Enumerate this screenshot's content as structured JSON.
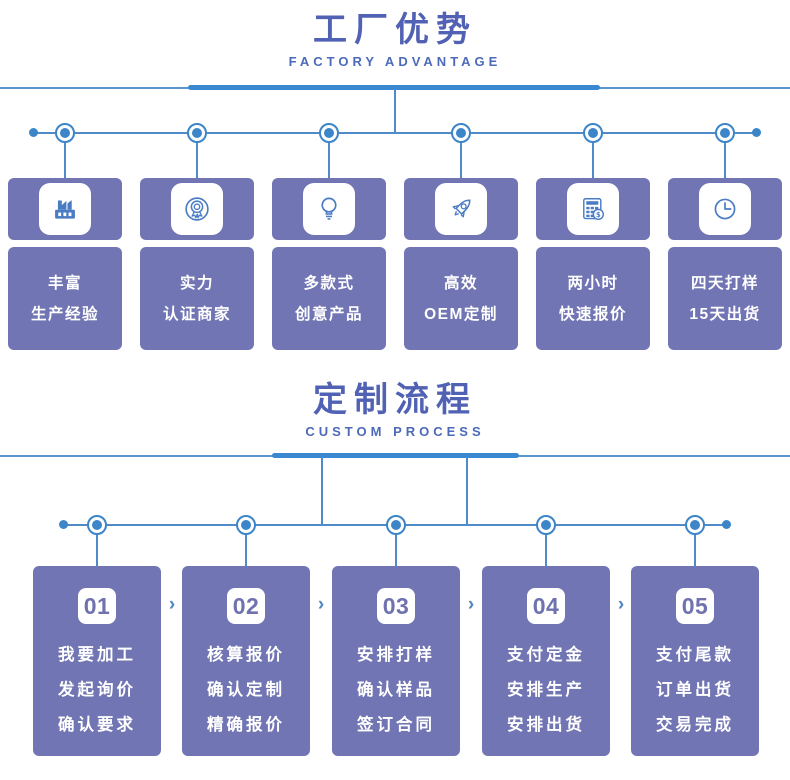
{
  "colors": {
    "card_purple": "#7175b3",
    "line_blue_thin": "#5b95cd",
    "line_blue_thick": "#3a87d2",
    "node_blue": "#3c85c8",
    "icon_blue": "#4a7cc4",
    "title_blue": "#5161b4",
    "card_text": "#ffffff"
  },
  "advantage": {
    "title": "工厂优势",
    "subtitle": "FACTORY ADVANTAGE",
    "cards": [
      {
        "icon": "factory-icon",
        "line1": "丰富",
        "line2": "生产经验"
      },
      {
        "icon": "medal-icon",
        "line1": "实力",
        "line2": "认证商家"
      },
      {
        "icon": "bulb-icon",
        "line1": "多款式",
        "line2": "创意产品"
      },
      {
        "icon": "rocket-icon",
        "line1": "高效",
        "line2": "OEM定制"
      },
      {
        "icon": "calculator-icon",
        "line1": "两小时",
        "line2": "快速报价"
      },
      {
        "icon": "clock-icon",
        "line1": "四天打样",
        "line2": "15天出货"
      }
    ]
  },
  "process": {
    "title": "定制流程",
    "subtitle": "CUSTOM PROCESS",
    "separator_glyph": "›",
    "steps": [
      {
        "number": "01",
        "lines": [
          "我要加工",
          "发起询价",
          "确认要求"
        ]
      },
      {
        "number": "02",
        "lines": [
          "核算报价",
          "确认定制",
          "精确报价"
        ]
      },
      {
        "number": "03",
        "lines": [
          "安排打样",
          "确认样品",
          "签订合同"
        ]
      },
      {
        "number": "04",
        "lines": [
          "支付定金",
          "安排生产",
          "安排出货"
        ]
      },
      {
        "number": "05",
        "lines": [
          "支付尾款",
          "订单出货",
          "交易完成"
        ]
      }
    ]
  }
}
